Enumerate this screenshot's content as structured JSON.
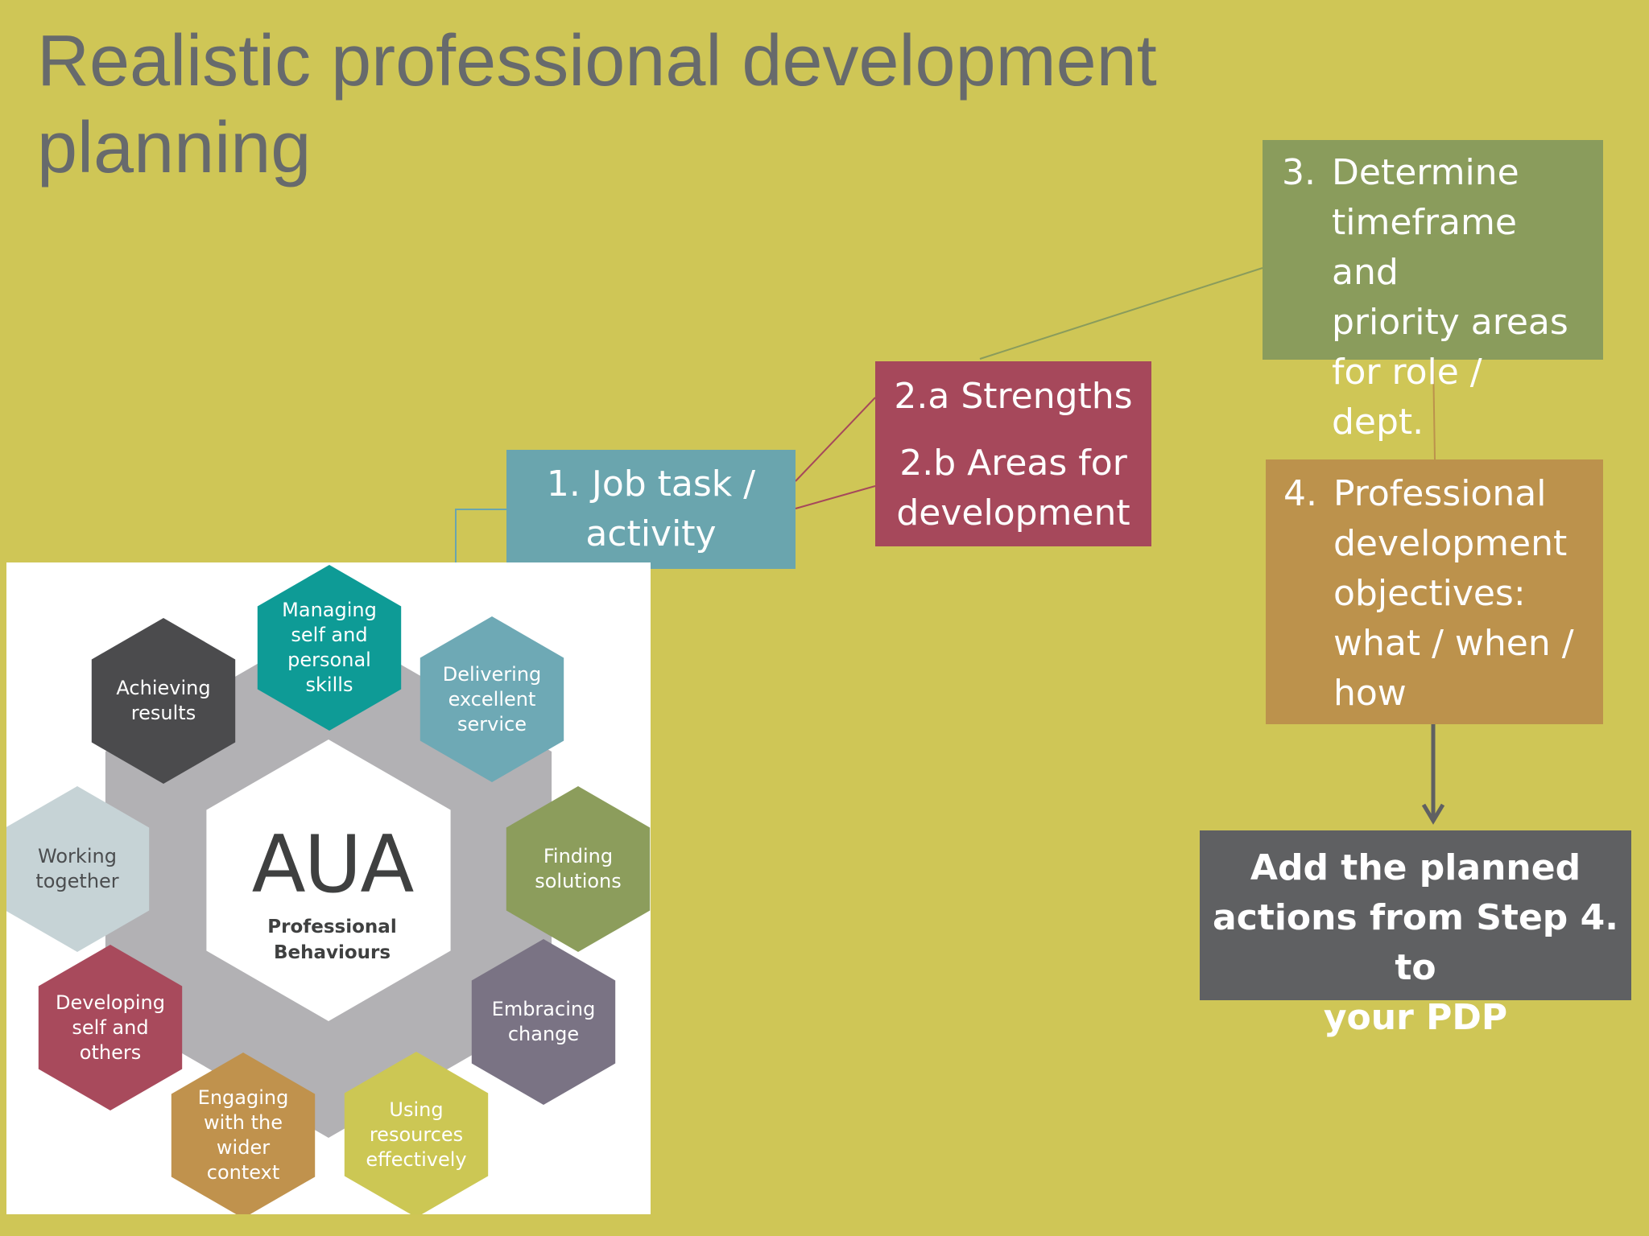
{
  "slide": {
    "title_line1": "Realistic professional development",
    "title_line2": "planning",
    "background_color": "#cfc656"
  },
  "steps": {
    "step1": {
      "line1": "1. Job task /",
      "line2": "activity",
      "color": "#6aa5ae"
    },
    "step2": {
      "line1": "2.a Strengths",
      "line2": "2.b Areas for",
      "line3": "development",
      "color": "#a6485b"
    },
    "step3": {
      "number": "3.",
      "line1": "Determine",
      "line2": "timeframe and",
      "line3": "priority areas",
      "line4": "for role / dept.",
      "color": "#8a9c5c"
    },
    "step4": {
      "number": "4.",
      "line1": "Professional",
      "line2": "development",
      "line3": "objectives:",
      "line4": "what / when /",
      "line5": "how",
      "color": "#bc924c"
    },
    "final": {
      "line1": "Add the planned",
      "line2": "actions from Step 4. to",
      "line3": "your PDP",
      "color": "#5f6062"
    }
  },
  "behaviours_wheel": {
    "logo_text": "AUA",
    "center_line1": "Professional",
    "center_line2": "Behaviours",
    "hexagons": [
      {
        "lines": [
          "Managing",
          "self and",
          "personal",
          "skills"
        ],
        "color": "#0e9b96",
        "text_color": "#ffffff"
      },
      {
        "lines": [
          "Delivering",
          "excellent",
          "service"
        ],
        "color": "#6ea9b5",
        "text_color": "#ffffff"
      },
      {
        "lines": [
          "Finding",
          "solutions"
        ],
        "color": "#8c9d5c",
        "text_color": "#ffffff"
      },
      {
        "lines": [
          "Embracing",
          "change"
        ],
        "color": "#7a7384",
        "text_color": "#ffffff"
      },
      {
        "lines": [
          "Using",
          "resources",
          "effectively"
        ],
        "color": "#ccc754",
        "text_color": "#ffffff"
      },
      {
        "lines": [
          "Engaging",
          "with the",
          "wider",
          "context"
        ],
        "color": "#c0924d",
        "text_color": "#ffffff"
      },
      {
        "lines": [
          "Developing",
          "self and",
          "others"
        ],
        "color": "#a84a5c",
        "text_color": "#ffffff"
      },
      {
        "lines": [
          "Working",
          "together"
        ],
        "color": "#c6d3d6",
        "text_color": "#4b4d4f"
      },
      {
        "lines": [
          "Achieving",
          "results"
        ],
        "color": "#4b4b4d",
        "text_color": "#ffffff"
      }
    ]
  }
}
